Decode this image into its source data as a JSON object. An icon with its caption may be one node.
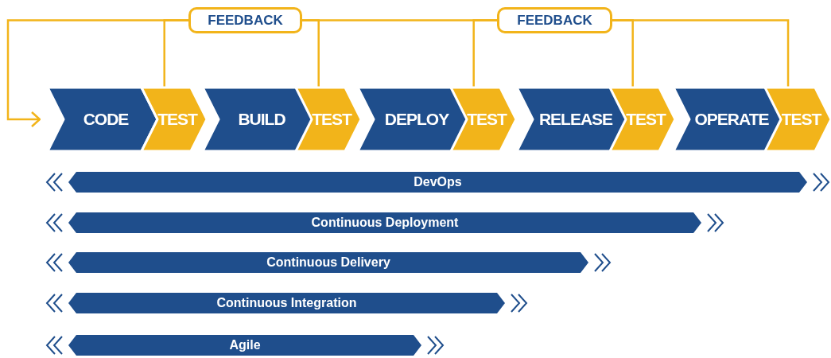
{
  "diagram": {
    "nodes": [
      {
        "text": [
          "FEEDBACK"
        ]
      },
      {
        "text": [
          "FEEDBACK"
        ]
      },
      {
        "text": [
          "CODE"
        ]
      },
      {
        "text": [
          "TEST"
        ]
      },
      {
        "text": [
          "BUILD"
        ]
      },
      {
        "text": [
          "TEST"
        ]
      },
      {
        "text": [
          "DEPLOY"
        ]
      },
      {
        "text": [
          "TEST"
        ]
      },
      {
        "text": [
          "RELEASE"
        ]
      },
      {
        "text": [
          "TEST"
        ]
      },
      {
        "text": [
          "OPERATE"
        ]
      },
      {
        "text": [
          "TEST"
        ]
      },
      {
        "text": [
          "DevOps"
        ]
      },
      {
        "text": [
          "Continuous Deployment"
        ]
      },
      {
        "text": [
          "Continuous Delivery"
        ]
      },
      {
        "text": [
          "Continuous Integration"
        ]
      },
      {
        "text": [
          "Agile"
        ]
      }
    ],
    "edges": [
      {
        "from": 0,
        "to": 2,
        "arrow": "to"
      },
      {
        "from": 0,
        "to": 3,
        "arrow": "none"
      },
      {
        "from": 0,
        "to": 5,
        "arrow": "none"
      },
      {
        "from": 1,
        "to": 0,
        "arrow": "none"
      },
      {
        "from": 1,
        "to": 7,
        "arrow": "none"
      },
      {
        "from": 1,
        "to": 9,
        "arrow": "none"
      },
      {
        "from": 1,
        "to": 11,
        "arrow": "none"
      }
    ]
  }
}
